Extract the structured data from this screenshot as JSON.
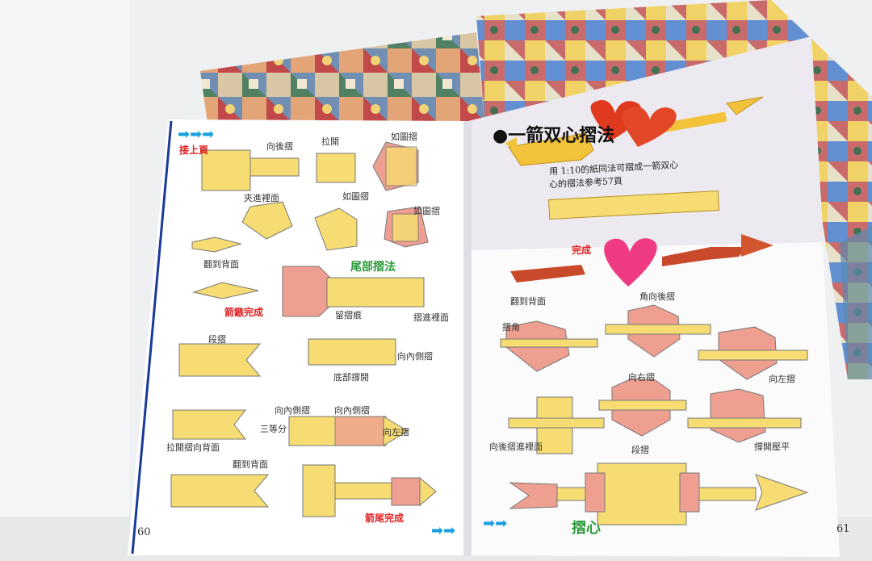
{
  "left_page": {
    "continue_label": "接上頁",
    "labels": [
      "向後摺",
      "拉開",
      "如圖摺",
      "夾進裡面",
      "如圖摺",
      "如圖摺",
      "翻到背面"
    ],
    "arrowhead_done": "箭鏃完成",
    "tail_title": "尾部摺法",
    "tail_labels": [
      "留摺痕",
      "摺進裡面",
      "段摺",
      "向內側摺",
      "底部撐開",
      "向內側摺",
      "向內側摺",
      "三等分",
      "向左摺",
      "拉開摺向背面",
      "翻到背面"
    ],
    "tail_done": "箭尾完成",
    "page_number": "60"
  },
  "right_page": {
    "title": "一箭双心摺法",
    "note_line1": "用 1:10的紙同法可摺成一箭双心",
    "note_line2": "心的摺法参考57頁",
    "done_label": "完成",
    "labels": [
      "翻到背面",
      "角向後摺",
      "摺角",
      "向右摺",
      "向左摺",
      "向後摺進裡面",
      "撐開壓平",
      "段摺"
    ],
    "heart_label": "摺心",
    "page_number": "61"
  },
  "colors": {
    "yellow": "#f6dc72",
    "pink": "#ef9f90",
    "orange_red": "#e04a2a",
    "blue_arrow": "#1aa0e0",
    "green_text": "#2a9a3a",
    "red_text": "#e02020"
  }
}
